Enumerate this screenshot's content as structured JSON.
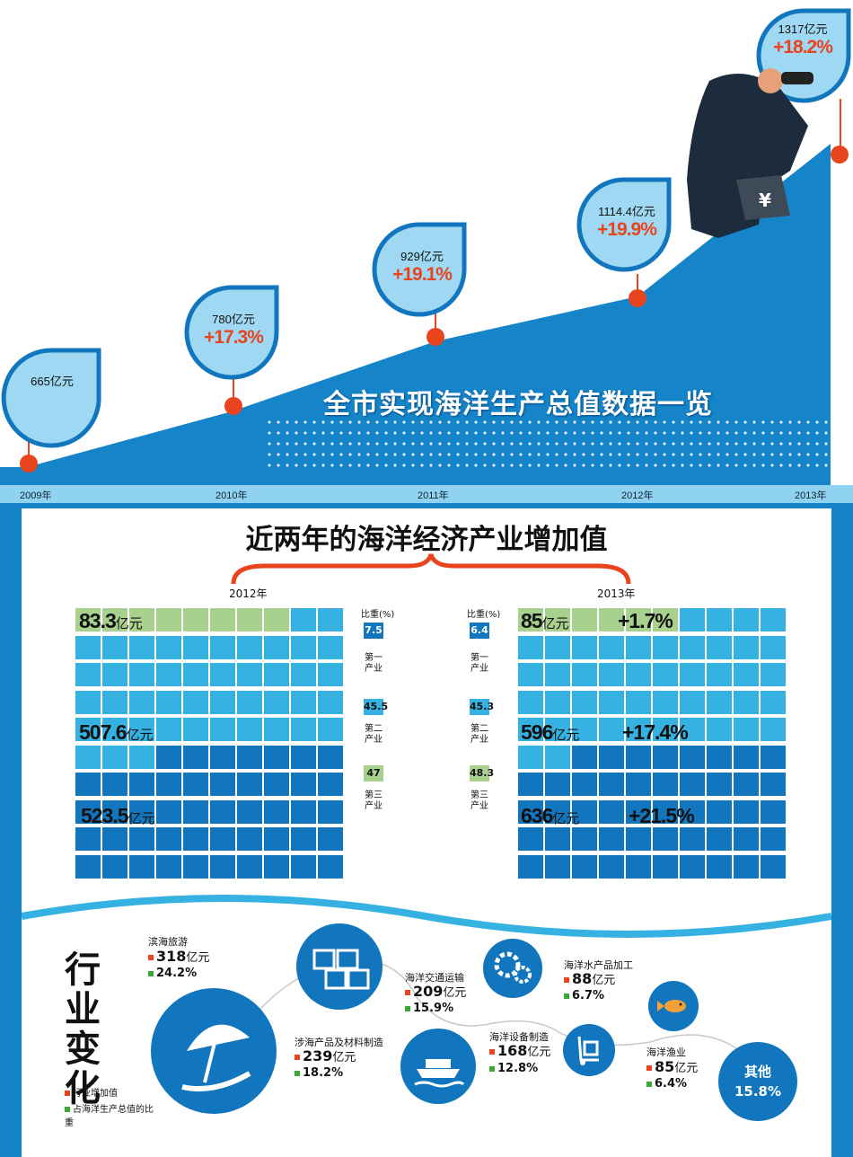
{
  "title": "全市实现海洋生产总值数据一览",
  "chart_data": [
    {
      "type": "area",
      "title": "全市实现海洋生产总值数据一览",
      "x": [
        "2009年",
        "2010年",
        "2011年",
        "2012年",
        "2013年"
      ],
      "series": [
        {
          "values": [
            665,
            780,
            929,
            1114.4,
            1317
          ]
        }
      ],
      "value_labels": [
        "665亿元",
        "780亿元",
        "929亿元",
        "1114.4亿元",
        "1317亿元"
      ],
      "growth_labels": [
        "",
        "+17.3%",
        "+19.1%",
        "+19.9%",
        "+18.2%"
      ]
    },
    {
      "type": "waffle",
      "title": "近两年的海洋经济产业增加值",
      "panels": [
        {
          "year": "2012年",
          "industries": [
            {
              "name": "第一产业",
              "value": 83.3,
              "unit": "亿元",
              "share": 7.5,
              "change": ""
            },
            {
              "name": "第二产业",
              "value": 507.6,
              "unit": "亿元",
              "share": 45.5,
              "change": ""
            },
            {
              "name": "第三产业",
              "value": 523.5,
              "unit": "亿元",
              "share": 47,
              "change": ""
            }
          ]
        },
        {
          "year": "2013年",
          "industries": [
            {
              "name": "第一产业",
              "value": 85,
              "unit": "亿元",
              "share": 6.4,
              "change": "+1.7%"
            },
            {
              "name": "第二产业",
              "value": 596,
              "unit": "亿元",
              "share": 45.3,
              "change": "+17.4%"
            },
            {
              "name": "第三产业",
              "value": 636,
              "unit": "亿元",
              "share": 48.3,
              "change": "+21.5%"
            }
          ]
        }
      ],
      "share_header": "比重(%)"
    }
  ],
  "labels": {
    "v2009": "665亿元",
    "v2010": "780亿元",
    "p2010": "+17.3%",
    "v2011": "929亿元",
    "p2011": "+19.1%",
    "v2012": "1114.4亿元",
    "p2012": "+19.9%",
    "v2013": "1317亿元",
    "p2013": "+18.2%",
    "y2009": "2009年",
    "y2010": "2010年",
    "y2011": "2011年",
    "y2012": "2012年",
    "y2013": "2013年",
    "section_title": "近两年的海洋经济产业增加值",
    "g2012": "2012年",
    "g2013": "2013年",
    "share_head": "比重(%)",
    "s12_1": "7.5",
    "s12_2": "45.5",
    "s12_3": "47",
    "s13_1": "6.4",
    "s13_2": "45.3",
    "s13_3": "48.3",
    "n1": "第一产业",
    "n2": "第二产业",
    "n3": "第三产业",
    "a12_1": "83.3",
    "a12_2": "507.6",
    "a12_3": "523.5",
    "a13_1": "85",
    "a13_2": "596",
    "a13_3": "636",
    "unit": "亿元",
    "c13_1": "+1.7%",
    "c13_2": "+17.4%",
    "c13_3": "+21.5%"
  },
  "industry_change": {
    "title": "行业变化",
    "legend": [
      "行业增加值",
      "占海洋生产总值的比重"
    ],
    "legend_colors": {
      "value": "#e8451f",
      "share": "#3aa635"
    },
    "items": [
      {
        "name": "滨海旅游",
        "value": "318",
        "unit": "亿元",
        "pct": "24.2%",
        "icon": "beach-umbrella-icon"
      },
      {
        "name": "涉海产品及材料制造",
        "value": "239",
        "unit": "亿元",
        "pct": "18.2%",
        "icon": "cargo-boxes-icon"
      },
      {
        "name": "海洋交通运输",
        "value": "209",
        "unit": "亿元",
        "pct": "15.9%",
        "icon": "cruise-ship-icon"
      },
      {
        "name": "海洋设备制造",
        "value": "168",
        "unit": "亿元",
        "pct": "12.8%",
        "icon": "gears-icon"
      },
      {
        "name": "海洋水产品加工",
        "value": "88",
        "unit": "亿元",
        "pct": "6.7%",
        "icon": "hand-truck-icon"
      },
      {
        "name": "海洋渔业",
        "value": "85",
        "unit": "亿元",
        "pct": "6.4%",
        "icon": "fish-icon"
      },
      {
        "name": "其他",
        "value": "",
        "unit": "",
        "pct": "15.8%",
        "icon": ""
      }
    ]
  },
  "colors": {
    "dark_blue": "#1176bd",
    "light_blue": "#35b2e2",
    "green": "#a9d18e",
    "drop_fill": "#9ed8f2",
    "accent_red": "#e8451f"
  }
}
